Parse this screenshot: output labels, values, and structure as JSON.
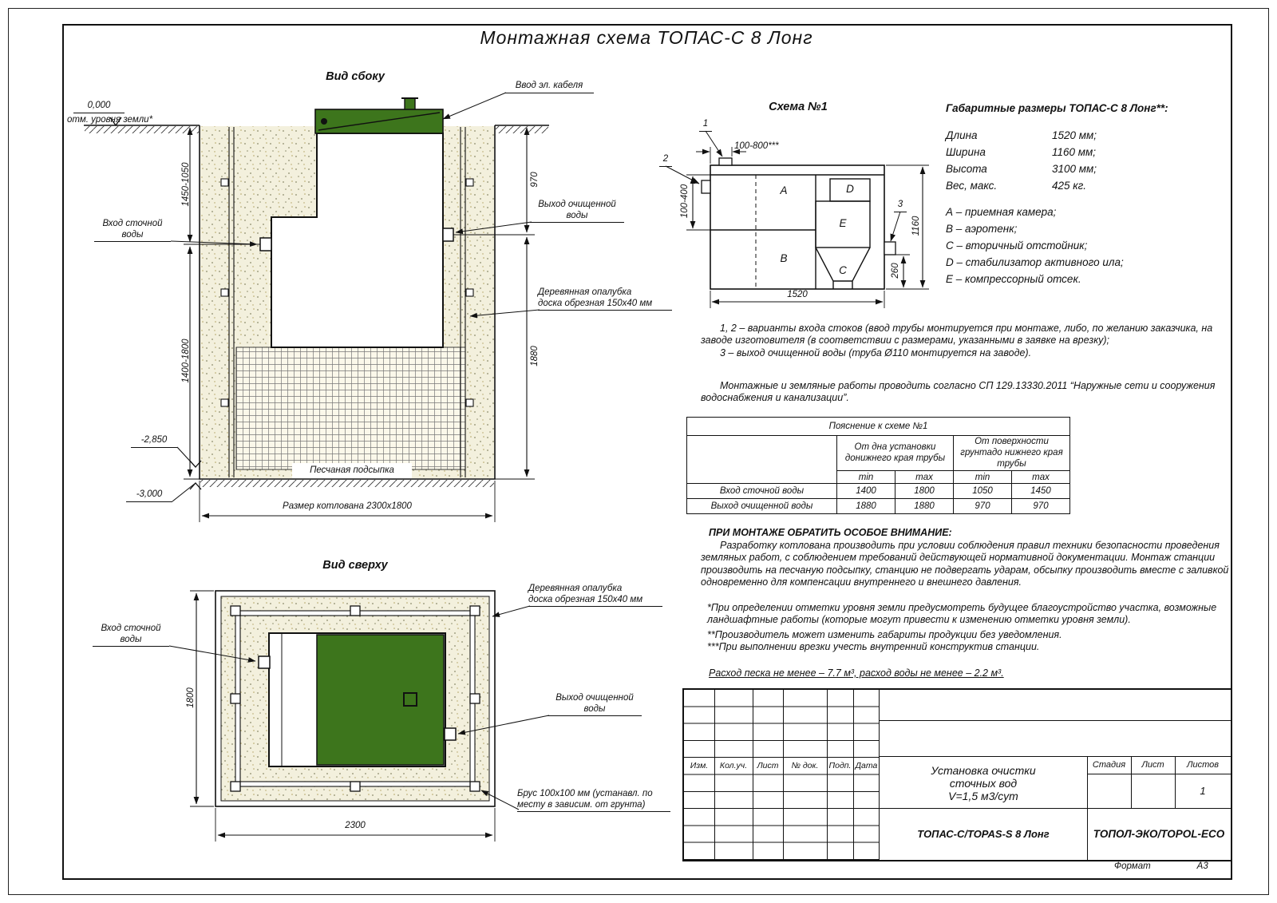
{
  "colors": {
    "tank_green": "#3d751c"
  },
  "title": "Монтажная схема ТОПАС-С 8 Лонг",
  "side_view": {
    "title": "Вид сбоку",
    "cable_label": "Ввод эл. кабеля",
    "zero_mark": "0,000",
    "ground_note": "отм. уровня земли*",
    "inlet_label": [
      "Вход сточной",
      "воды"
    ],
    "outlet_label": [
      "Выход очищенной",
      "воды"
    ],
    "formwork_label": [
      "Деревянная опалубка",
      "доска обрезная 150x40 мм"
    ],
    "sand_label": "Песчаная подсыпка",
    "level_2850": "-2,850",
    "level_3000": "-3,000",
    "dim_left_upper": "1450-1050",
    "dim_left_lower": "1400-1800",
    "dim_right_upper": "970",
    "dim_right_lower": "1880",
    "dim_pit": "Размер котлована 2300x1800"
  },
  "top_view": {
    "title": "Вид сверху",
    "inlet_label": [
      "Вход сточной",
      "воды"
    ],
    "outlet_label": [
      "Выход очищенной",
      "воды"
    ],
    "formwork_label": [
      "Деревянная опалубка",
      "доска обрезная 150x40 мм"
    ],
    "beam_label": [
      "Брус 100x100 мм (устанавл. по",
      "месту в зависим. от грунта)"
    ],
    "dim_height": "1800",
    "dim_width": "2300"
  },
  "scheme": {
    "title": "Схема №1",
    "marker_1": "1",
    "marker_2": "2",
    "marker_3": "3",
    "chamber_a": "A",
    "chamber_b": "B",
    "chamber_c": "C",
    "chamber_d": "D",
    "chamber_e": "E",
    "dim_top": "100-800***",
    "dim_left": "100-400",
    "dim_height": "1160",
    "dim_outlet": "260",
    "dim_length": "1520"
  },
  "specs": {
    "title": "Габаритные размеры ТОПАС-С 8 Лонг**:",
    "rows": [
      {
        "name": "Длина",
        "value": "1520 мм;"
      },
      {
        "name": "Ширина",
        "value": "1160 мм;"
      },
      {
        "name": "Высота",
        "value": "3100 мм;"
      },
      {
        "name": "Вес, макс.",
        "value": "425 кг."
      }
    ],
    "legend": [
      "А – приемная камера;",
      "В – аэротенк;",
      "С – вторичный отстойник;",
      "D – стабилизатор активного ила;",
      "Е – компрессорный отсек."
    ]
  },
  "notes": {
    "variants": "1, 2 – варианты входа  стоков (ввод трубы монтируется при монтаже, либо, по желанию заказчика, на заводе изготовителя (в соответствии с размерами, указанными в заявке на врезку);",
    "outlet": "3 – выход очищенной воды (труба Ø110 монтируется на заводе).",
    "sp": "Монтажные и земляные работы проводить согласно СП 129.13330.2011 “Наружные сети и сооружения водоснабжения и канализации”."
  },
  "table": {
    "title": "Пояснение к схеме №1",
    "group1": [
      "От дна установки до",
      "нижнего края трубы"
    ],
    "group2": [
      "От поверхности грунта",
      "до нижнего края трубы"
    ],
    "min": "min",
    "max": "max",
    "rows": [
      {
        "name": "Вход сточной воды",
        "c1": "1400",
        "c2": "1800",
        "c3": "1050",
        "c4": "1450"
      },
      {
        "name": "Выход очищенной воды",
        "c1": "1880",
        "c2": "1880",
        "c3": "970",
        "c4": "970"
      }
    ]
  },
  "attention": {
    "heading": "ПРИ МОНТАЖЕ ОБРАТИТЬ ОСОБОЕ ВНИМАНИЕ:",
    "body": "Разработку котлована производить при условии соблюдения правил техники безопасности проведения земляных работ, с соблюдением требований действующей нормативной документации. Монтаж станции производить на песчаную подсыпку, станцию не подвергать ударам, обсыпку производить вместе с заливкой одновременно для компенсации внутреннего и внешнего давления.",
    "star1": "*При определении отметки уровня земли предусмотреть будущее благоустройство участка, возможные ландшафтные работы (которые могут привести к изменению отметки уровня земли).",
    "star2": "**Производитель может изменить габариты продукции без уведомления.",
    "star3": "***При выполнении врезки учесть внутренний конструктив станции.",
    "consumption": "Расход песка не менее – 7.7 м³, расход воды не менее – 2.2 м³."
  },
  "titleblock": {
    "columns": [
      "Изм.",
      "Кол.уч.",
      "Лист",
      "№ док.",
      "Подп.",
      "Дата"
    ],
    "doc_title": [
      "Установка очистки",
      "сточных вод",
      "V=1,5 м3/сут"
    ],
    "stage_label": "Стадия",
    "sheet_label": "Лист",
    "sheets_label": "Листов",
    "sheets_value": "1",
    "model": "ТОПАС-С/TOPAS-S 8 Лонг",
    "company": "ТОПОЛ-ЭКО/TOPOL-ECO",
    "format_label": "Формат",
    "format_value": "А3"
  }
}
